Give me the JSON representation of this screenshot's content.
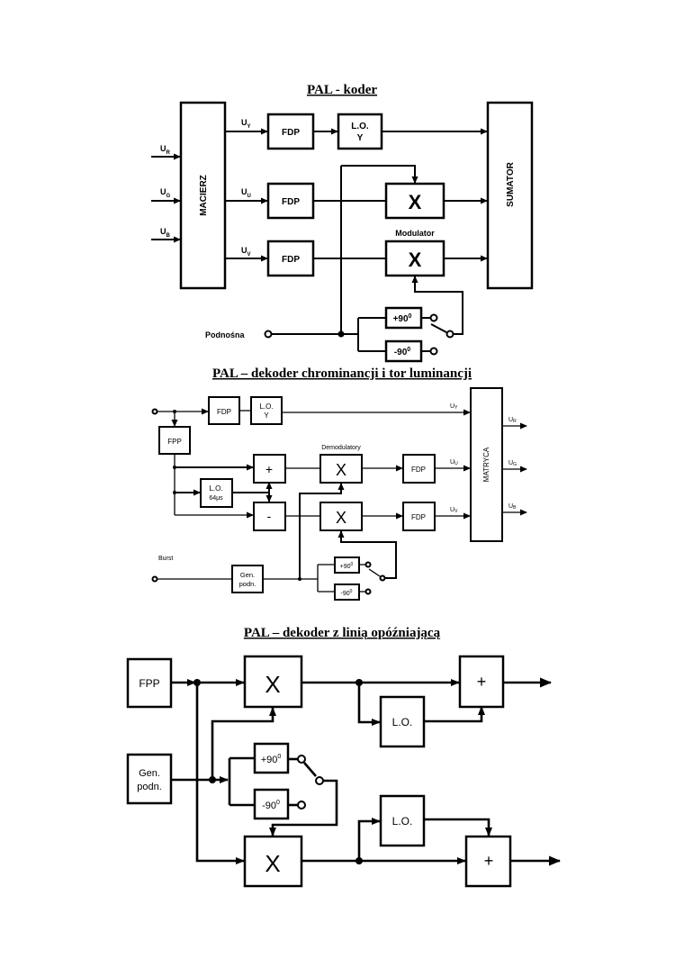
{
  "diagrams": [
    {
      "title": "PAL - koder",
      "inputs": [
        "U_R",
        "U_G",
        "U_B"
      ],
      "input_labels": {
        "r": "U",
        "r_sub": "R",
        "g": "U",
        "g_sub": "G",
        "b": "U",
        "b_sub": "B"
      },
      "matrix": "MACIERZ",
      "signals": {
        "y": "U",
        "y_sub": "Y",
        "u": "U",
        "u_sub": "U",
        "v": "U",
        "v_sub": "V"
      },
      "filters": [
        "FDP",
        "FDP",
        "FDP"
      ],
      "delay": {
        "line1": "L.O.",
        "line2": "Y"
      },
      "modulators": [
        "X",
        "X"
      ],
      "modulator_label": "Modulator",
      "summer": "SUMATOR",
      "phase_plus": "+90",
      "phase_minus": "-90",
      "degree": "0",
      "subcarrier": "Podnośna"
    },
    {
      "title": "PAL – dekoder chrominancji i tor luminancji",
      "filters": [
        "FDP",
        "FDP",
        "FDP"
      ],
      "delay_y": {
        "line1": "L.O.",
        "line2": "Y"
      },
      "fpp": "FPP",
      "delay_64": {
        "line1": "L.O.",
        "line2": "64μs"
      },
      "adder": "+",
      "subtractor": "-",
      "demodulator_label": "Demodulatory",
      "demodulators": [
        "X",
        "X"
      ],
      "signals": {
        "y": "U",
        "y_sub": "Y",
        "u": "U",
        "u_sub": "U",
        "v": "U",
        "v_sub": "V"
      },
      "matrix": "MATRYCA",
      "outputs": {
        "r": "U",
        "r_sub": "R",
        "g": "U",
        "g_sub": "G",
        "b": "U",
        "b_sub": "B"
      },
      "burst": "Burst",
      "generator": {
        "line1": "Gen.",
        "line2": "podn."
      },
      "phase_plus": "+90",
      "phase_minus": "-90",
      "degree": "0"
    },
    {
      "title": "PAL – dekoder z linią opóźniającą",
      "fpp": "FPP",
      "generator": {
        "line1": "Gen.",
        "line2": "podn."
      },
      "multipliers": [
        "X",
        "X"
      ],
      "delays": [
        "L.O.",
        "L.O."
      ],
      "adders": [
        "+",
        "+"
      ],
      "phase_plus": "+90",
      "phase_minus": "-90",
      "degree": "0"
    }
  ]
}
